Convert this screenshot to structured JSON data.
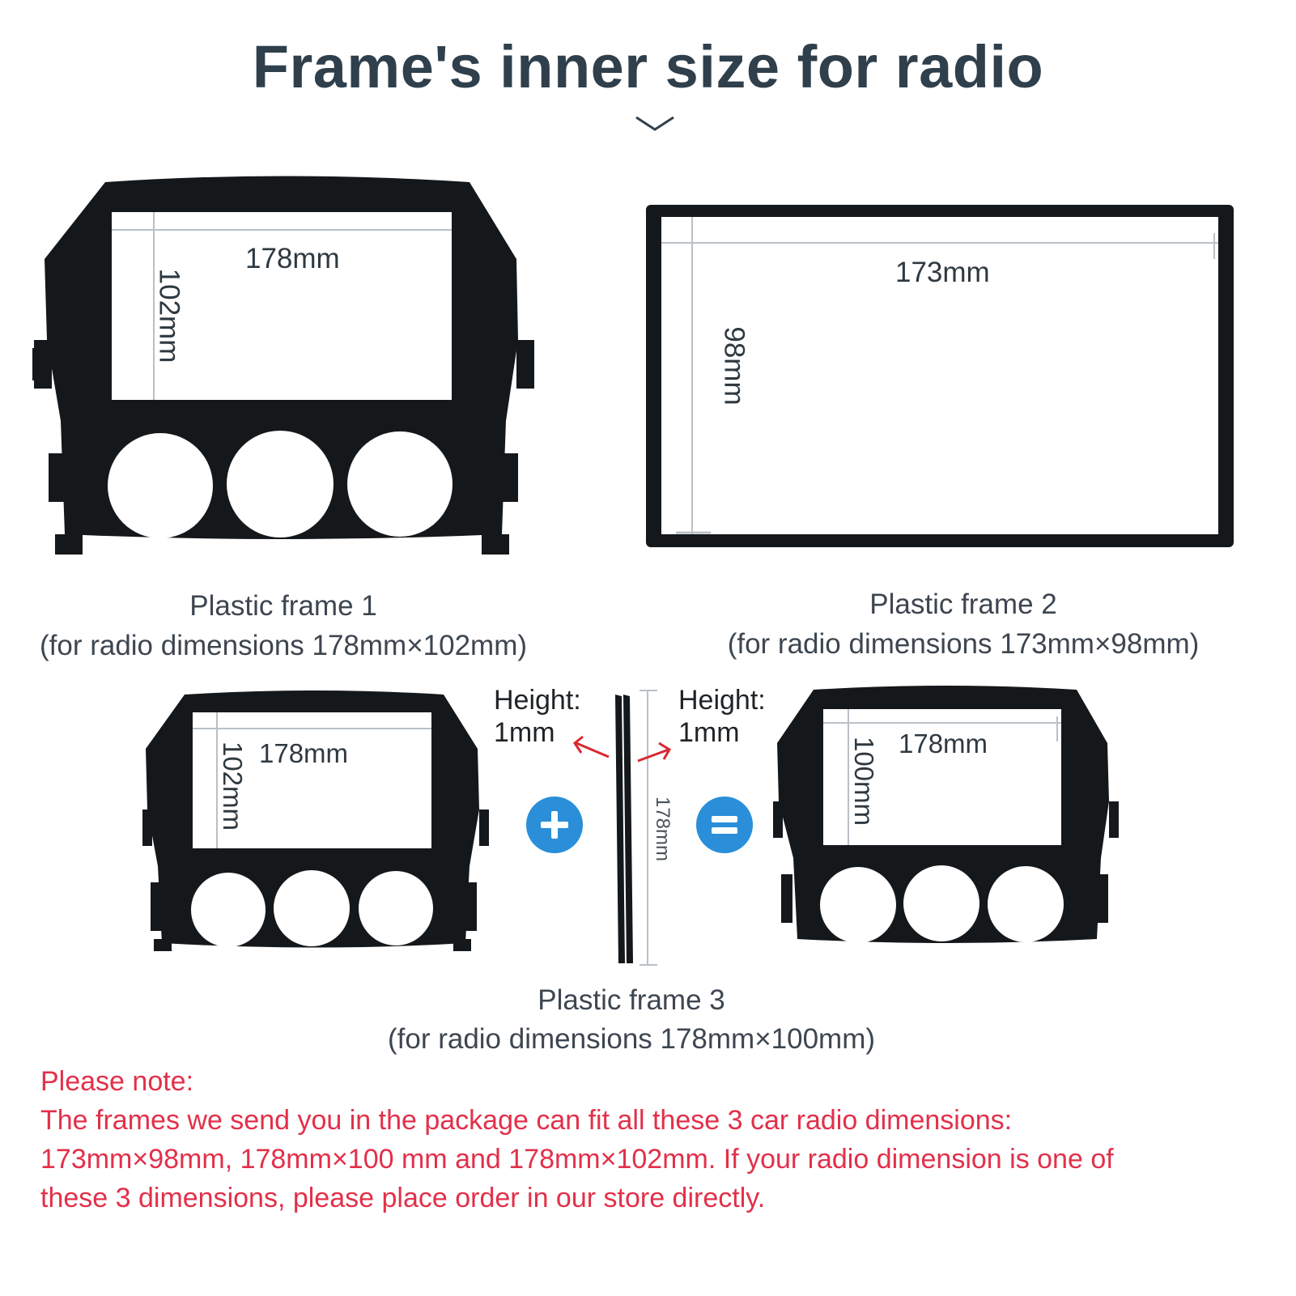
{
  "title": "Frame's inner size for radio",
  "frames": [
    {
      "caption_name": "Plastic frame 1",
      "caption_dims": "(for radio dimensions 178mm×102mm)",
      "width_label": "178mm",
      "height_label": "102mm"
    },
    {
      "caption_name": "Plastic frame 2",
      "caption_dims": "(for radio dimensions 173mm×98mm)",
      "width_label": "173mm",
      "height_label": "98mm"
    },
    {
      "caption_name": "Plastic frame 3",
      "caption_dims": "(for radio dimensions 178mm×100mm)"
    }
  ],
  "combo": {
    "left_width": "178mm",
    "left_height": "102mm",
    "spacer_left_height": "Height:",
    "spacer_left_value": "1mm",
    "spacer_right_height": "Height:",
    "spacer_right_value": "1mm",
    "spacer_length": "178mm",
    "right_width": "178mm",
    "right_height": "100mm"
  },
  "note": {
    "heading": "Please note:",
    "line1": "The frames we send you in the package can fit all these 3 car radio dimensions:",
    "line2": "173mm×98mm,  178mm×100 mm and  178mm×102mm. If your radio dimension is one of",
    "line3": "these 3 dimensions, please place order in our store directly."
  },
  "colors": {
    "frame": "#15181b",
    "accent_blue": "#2a8fd8",
    "note_red": "#e2304a",
    "arrow_red": "#d9282f"
  }
}
